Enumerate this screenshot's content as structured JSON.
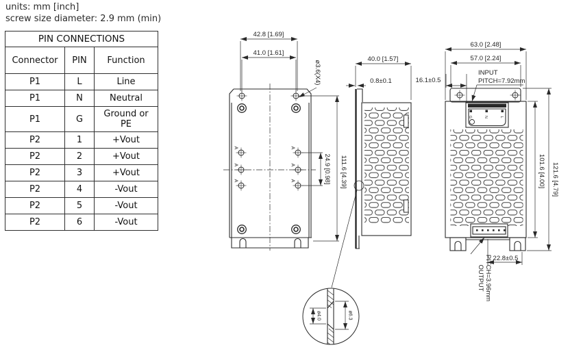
{
  "notes": {
    "line1": "units: mm [inch]",
    "line2": "screw size diameter: 2.9 mm (min)"
  },
  "pin_table": {
    "title": "PIN CONNECTIONS",
    "headers": {
      "connector": "Connector",
      "pin": "PIN",
      "function": "Function"
    },
    "rows": [
      {
        "connector": "P1",
        "pin": "L",
        "function": "Line"
      },
      {
        "connector": "P1",
        "pin": "N",
        "function": "Neutral"
      },
      {
        "connector": "P1",
        "pin": "G",
        "function": "Ground or PE"
      },
      {
        "connector": "P2",
        "pin": "1",
        "function": "+Vout"
      },
      {
        "connector": "P2",
        "pin": "2",
        "function": "+Vout"
      },
      {
        "connector": "P2",
        "pin": "3",
        "function": "+Vout"
      },
      {
        "connector": "P2",
        "pin": "4",
        "function": "-Vout"
      },
      {
        "connector": "P2",
        "pin": "5",
        "function": "-Vout"
      },
      {
        "connector": "P2",
        "pin": "6",
        "function": "-Vout"
      }
    ]
  },
  "drawing": {
    "bottom_view": {
      "dim_width_outer": "42.8 [1.69]",
      "dim_width_holes": "41.0 [1.61]",
      "dim_hole_dia": "ø3.6(X4)",
      "dim_hole_span": "24.9 [0.98]",
      "dim_height": "111.6 [4.39]",
      "hole_label": "A"
    },
    "side_view": {
      "dim_depth": "40.0 [1.57]",
      "dim_panel": "0.8±0.1",
      "dim_offset": "16.1±0.5"
    },
    "front_view": {
      "dim_width_outer": "63.0 [2.48]",
      "dim_width_flange": "57.0 [2.24]",
      "input_label": "INPUT",
      "input_pitch": "PITCH=7.92mm",
      "pin_g": "G",
      "pin_n": "N",
      "pin_l": "L",
      "dim_body_height": "101.6 [4.00]",
      "dim_overall_height": "121.6 [4.79]",
      "dim_output_offset": "22.8±0.5",
      "output_label": "OUTPUT",
      "output_pitch": "PITCH=3.96mm"
    },
    "detail_view": {
      "dim_hole": "ø4.0",
      "dim_countersink": "ø6.3"
    }
  }
}
